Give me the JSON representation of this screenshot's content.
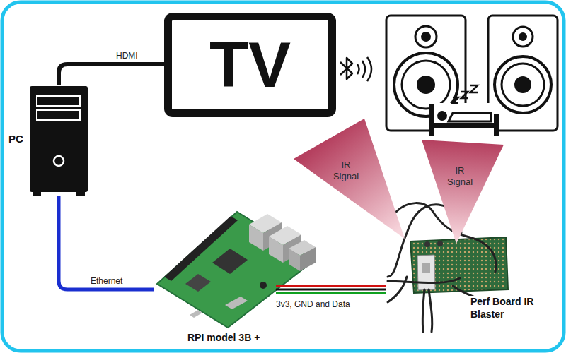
{
  "diagram": {
    "nodes": [
      {
        "text": [
          "PC"
        ]
      },
      {
        "text": [
          "TV"
        ]
      },
      {
        "text": [
          "IR Signal"
        ]
      },
      {
        "text": [
          "IR Signal"
        ]
      },
      {
        "text": [
          "RPI model 3B +"
        ]
      },
      {
        "text": [
          "Perf Board IR Blaster"
        ]
      }
    ],
    "edges": [
      {
        "from": 0,
        "to": 1,
        "label": "HDMI",
        "arrow": "none"
      },
      {
        "from": 0,
        "to": 4,
        "label": "Ethernet",
        "arrow": "none"
      },
      {
        "from": 4,
        "to": 5,
        "label": "3v3, GND and Data",
        "arrow": "none"
      }
    ]
  }
}
